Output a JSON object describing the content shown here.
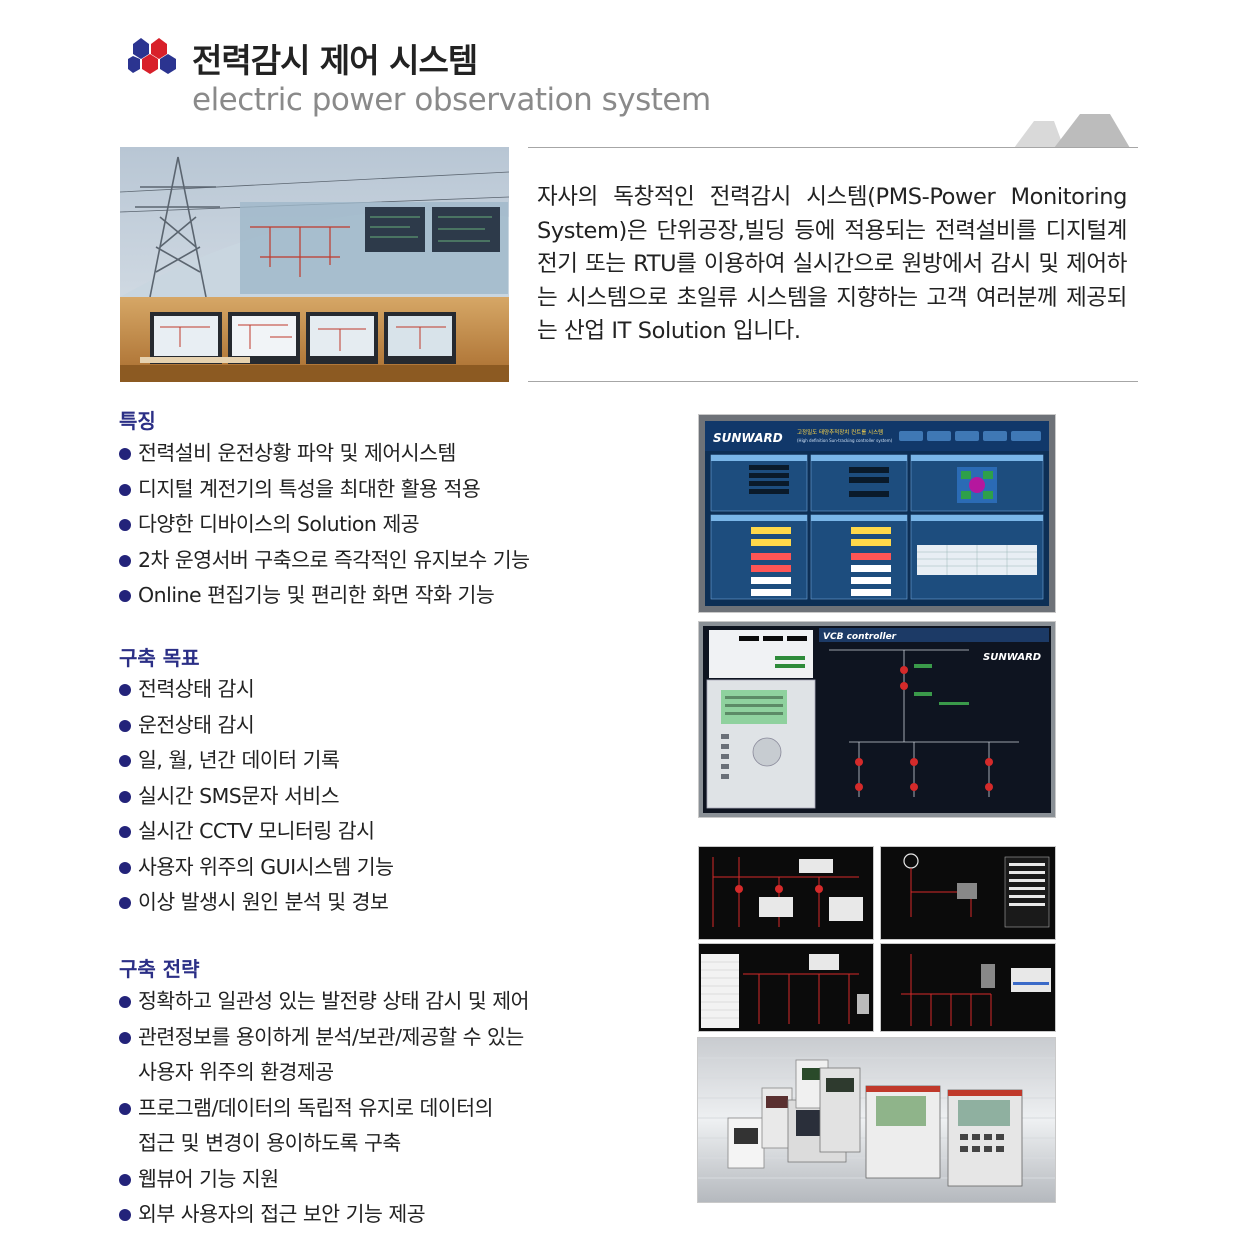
{
  "header": {
    "title_ko": "전력감시 제어 시스템",
    "title_en": "electric power observation system"
  },
  "intro": {
    "text": "자사의 독창적인 전력감시 시스템(PMS-Power Monitoring System)은 단위공장,빌딩 등에 적용되는 전력설비를 디지털계전기 또는 RTU를 이용하여 실시간으로 원방에서 감시 및 제어하는 시스템으로 초일류 시스템을 지향하는 고객 여러분께 제공되는 산업 IT Solution 입니다."
  },
  "sections": [
    {
      "title": "특징",
      "items": [
        [
          "전력설비 운전상황 파악 및 제어시스템"
        ],
        [
          "디지털 계전기의 특성을 최대한 활용 적용"
        ],
        [
          "다양한 디바이스의 Solution 제공"
        ],
        [
          "2차 운영서버 구축으로 즉각적인 유지보수 기능"
        ],
        [
          "Online 편집기능 및 편리한 화면 작화 기능"
        ]
      ]
    },
    {
      "title": "구축 목표",
      "items": [
        [
          "전력상태 감시"
        ],
        [
          "운전상태 감시"
        ],
        [
          "일, 월, 년간 데이터 기록"
        ],
        [
          "실시간 SMS문자 서비스"
        ],
        [
          "실시간 CCTV 모니터링 감시"
        ],
        [
          "사용자 위주의 GUI시스템 기능"
        ],
        [
          "이상 발생시 원인 분석 및 경보"
        ]
      ]
    },
    {
      "title": "구축 전략",
      "items": [
        [
          "정확하고 일관성 있는 발전량 상태 감시 및 제어"
        ],
        [
          "관련정보를 용이하게 분석/보관/제공할 수 있는",
          "사용자 위주의 환경제공"
        ],
        [
          "프로그램/데이터의 독립적 유지로 데이터의",
          "접근 및 변경이 용이하도록 구축"
        ],
        [
          "웹뷰어 기능 지원"
        ],
        [
          "외부 사용자의 접근 보안 기능 제공"
        ]
      ]
    }
  ],
  "screens": {
    "brand": "SUNWARD",
    "vcb_title": "VCB controller",
    "monitor_title": "고정밀도 태양추적장치 컨트롤 시스템",
    "monitor_subtitle": "(High definition Sun-tracking controller system)"
  },
  "colors": {
    "accent": "#2b2f86",
    "bullet": "#23237a",
    "logo_red": "#d8202a",
    "logo_blue": "#2b3490"
  }
}
